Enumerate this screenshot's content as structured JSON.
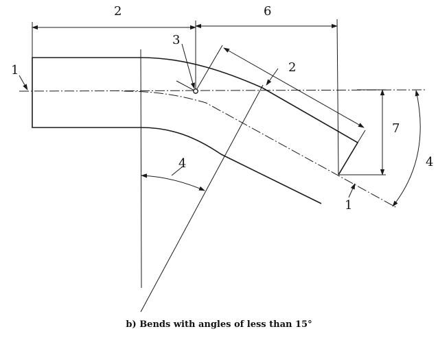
{
  "caption": "b) Bends with angles of less than 15°",
  "labels": {
    "axis_left": "1",
    "length_top_left": "2",
    "dim_top_right": "6",
    "bend_point": "3",
    "length_bent": "2",
    "angle_inner": "4",
    "height_offset": "7",
    "angle_outer": "4",
    "axis_bottom": "1"
  }
}
